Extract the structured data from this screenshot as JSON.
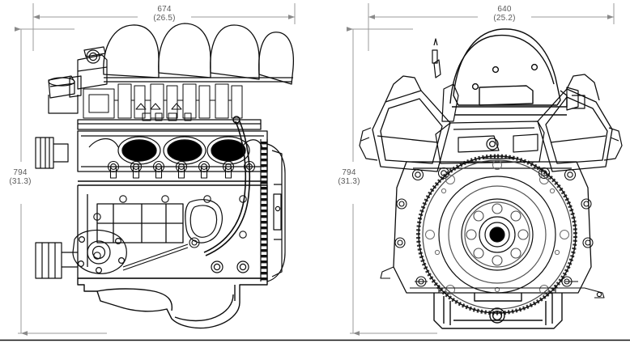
{
  "drawing": {
    "title": "Engine assembly outline drawing",
    "background_color": "#ffffff",
    "line_color": "#000000",
    "dimension_color": "#8a8a8a",
    "dimension_text_color": "#5a5a5a",
    "units_note": "millimeters with inches in parentheses"
  },
  "dimensions": {
    "top_left": {
      "value": "674",
      "alt_value": "(26.5)",
      "orientation": "horizontal",
      "view": "side-view"
    },
    "top_right": {
      "value": "640",
      "alt_value": "(25.2)",
      "orientation": "horizontal",
      "view": "rear-view"
    },
    "left": {
      "value": "794",
      "alt_value": "(31.3)",
      "orientation": "vertical",
      "view": "side-view"
    },
    "right": {
      "value": "794",
      "alt_value": "(31.3)",
      "orientation": "vertical",
      "view": "rear-view"
    }
  },
  "views": [
    {
      "name": "side-view",
      "description": "Engine side elevation with intake manifold, cylinder head, block, oil pan and flywheel edge"
    },
    {
      "name": "rear-view",
      "description": "Engine rear elevation with V cylinder banks, flywheel with ring gear and bolt circle, oil pan sump"
    }
  ]
}
